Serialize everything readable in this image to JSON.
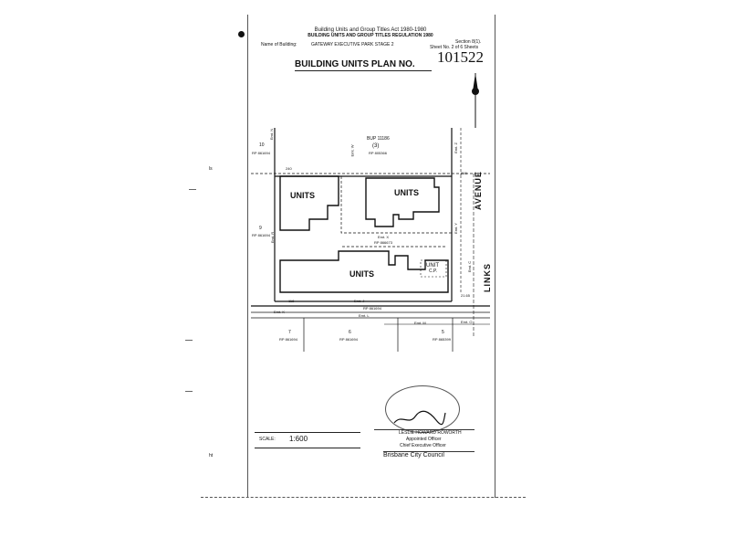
{
  "header": {
    "act_line": "Building Units and Group Titles Act 1980-1980",
    "regulation_line": "BUILDING UNITS AND GROUP TITLES REGULATION 1980",
    "building_name_label": "Name of Building:",
    "building_name": "GATEWAY EXECUTIVE PARK STAGE 2",
    "section": "Section 8(1).",
    "sheet": "Sheet No. 2 of  6  Sheets",
    "plan_title": "BUILDING UNITS PLAN NO.",
    "plan_number": "101522"
  },
  "plan": {
    "north_marker": "N",
    "top_ref": "BUP 11186",
    "top_ref_sub": "(3)",
    "top_ref_code": "RP 805366",
    "lot_10": "10",
    "lot_10_rp": "RP 861694",
    "lot_9": "9",
    "lot_9_rp": "RP 861694",
    "lot_7": "7",
    "lot_7_rp": "RP 861694",
    "lot_6": "6",
    "lot_6_rp": "RP 861694",
    "lot_5": "5",
    "lot_5_rp": "RP 865399",
    "units_left": "UNITS",
    "units_right": "UNITS",
    "units_bottom": "UNITS",
    "unit_c_label": "UNIT",
    "unit_c_sub": "C.P.",
    "emt_w": "Emt. W",
    "emt_n": "Emt. N",
    "emt_r": "Emt. R",
    "emt_z": "Emt. Z",
    "emt_y": "Emt. Y",
    "emt_x_mid": "Emt. X",
    "emt_x_mid_rp": "RP 866673",
    "emt_c": "Emt. C",
    "emt_j": "Emt. J",
    "emt_j_rp": "RP 861694",
    "emt_k": "Emt. K",
    "emt_l": "Emt. L",
    "emt_m": "Emt. M",
    "emt_o": "Emt. O",
    "road_avenue": "AVENUE",
    "road_links": "LINKS",
    "dim_1": "240",
    "dim_2": "118",
    "dim_3": "216",
    "dim_4": "21.65"
  },
  "footer": {
    "scale_label": "SCALE:",
    "scale_value": "1:600",
    "signatory_name": "LESLIE HOWARD ROWORTH",
    "signatory_role": "Appointed Officer",
    "signatory_title": "Chief Executive Officer",
    "council": "Brisbane  City  Council"
  },
  "margin": {
    "left_mark_1": "ls",
    "left_mark_2": "ht"
  }
}
